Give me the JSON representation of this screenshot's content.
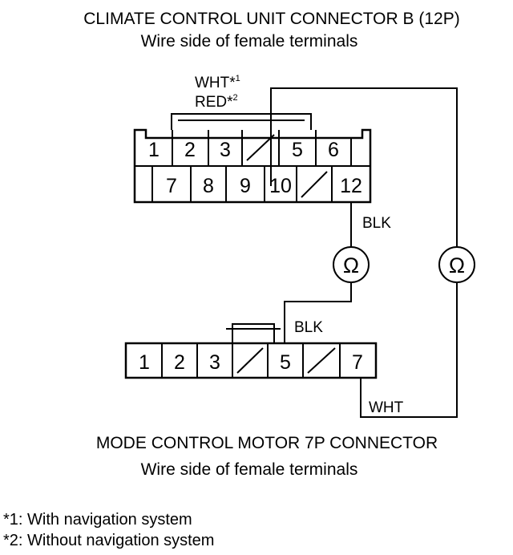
{
  "connector_b": {
    "title": "CLIMATE CONTROL UNIT CONNECTOR B (12P)",
    "subtitle": "Wire side of female terminals",
    "wire_label_1": "WHT*",
    "wire_label_1_sup": "1",
    "wire_label_2": "RED*",
    "wire_label_2_sup": "2",
    "top_row": [
      "1",
      "2",
      "3",
      "",
      "5",
      "6"
    ],
    "bottom_row": [
      "",
      "7",
      "8",
      "9",
      "10",
      "",
      "12"
    ]
  },
  "meters": {
    "left_symbol": "Ω",
    "right_symbol": "Ω",
    "left_wire_upper": "BLK",
    "left_wire_lower": "BLK",
    "right_wire": "WHT"
  },
  "motor_connector": {
    "title": "MODE CONTROL MOTOR 7P CONNECTOR",
    "subtitle": "Wire side of female terminals",
    "pins": [
      "1",
      "2",
      "3",
      "",
      "5",
      "",
      "7"
    ]
  },
  "notes": {
    "note_1": "*1: With navigation system",
    "note_2": "*2: Without navigation system"
  }
}
